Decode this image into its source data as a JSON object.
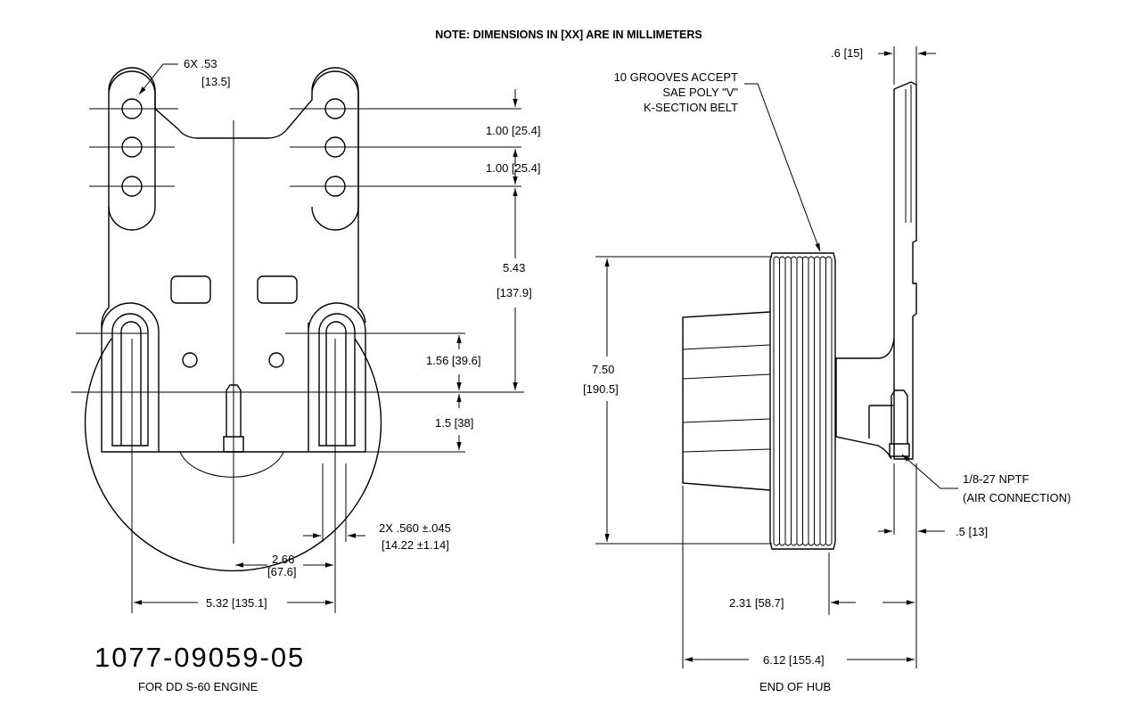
{
  "note": "NOTE: DIMENSIONS IN [XX] ARE IN MILLIMETERS",
  "part_number": "1077-09059-05",
  "left_caption": "FOR DD S-60 ENGINE",
  "right_caption": "END OF HUB",
  "front_view": {
    "holes_note_1": "6X .53",
    "holes_note_2": "[13.5]",
    "dim_hole_spacing_1": "1.00 [25.4]",
    "dim_hole_spacing_2": "1.00 [25.4]",
    "dim_5_43_a": "5.43",
    "dim_5_43_b": "[137.9]",
    "dim_1_56": "1.56 [39.6]",
    "dim_1_5": "1.5 [38]",
    "dim_slots_1": "2X .560 ±.045",
    "dim_slots_2": "[14.22 ±1.14]",
    "dim_2_66_a": "2.66",
    "dim_2_66_b": "[67.6]",
    "dim_5_32": "5.32 [135.1]"
  },
  "side_view": {
    "dim_top": ".6 [15]",
    "grooves_1": "10 GROOVES ACCEPT",
    "grooves_2": "SAE POLY \"V\"",
    "grooves_3": "K-SECTION BELT",
    "dim_7_50_a": "7.50",
    "dim_7_50_b": "[190.5]",
    "nptf_1": "1/8-27 NPTF",
    "nptf_2": "(AIR CONNECTION)",
    "dim_0_5": ".5 [13]",
    "dim_2_31": "2.31 [58.7]",
    "dim_6_12": "6.12 [155.4]"
  }
}
